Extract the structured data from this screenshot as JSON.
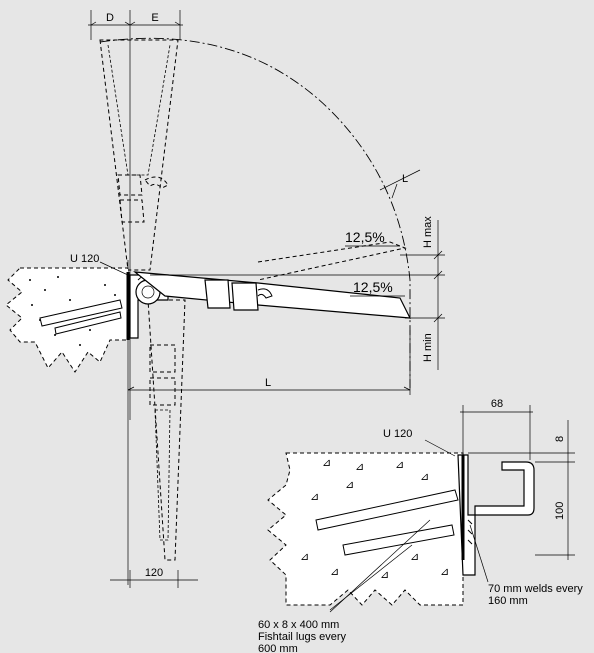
{
  "dimensions": {
    "d": "D",
    "e": "E",
    "l_top": "L",
    "l_main": "L",
    "h_max": "H max",
    "h_min": "H min",
    "width_120": "120",
    "width_68": "68",
    "thickness_8": "8",
    "height_100": "100"
  },
  "slopes": {
    "upper": "12,5%",
    "lower": "12,5%"
  },
  "labels": {
    "u120_main": "U 120",
    "u120_detail": "U 120",
    "welds_line1": "70 mm welds every",
    "welds_line2": "160 mm",
    "lugs_line1": "60 x 8 x 400 mm",
    "lugs_line2": "Fishtail lugs every",
    "lugs_line3": "600 mm"
  }
}
